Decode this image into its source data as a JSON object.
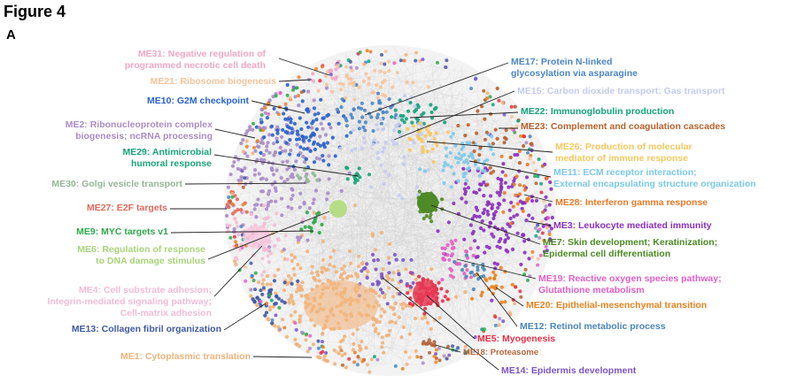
{
  "figure": {
    "title": "Figure 4",
    "panel": "A"
  },
  "modules": [
    {
      "id": "me31",
      "lines": [
        "ME31: Negative regulation of",
        "programmed necrotic cell death"
      ],
      "color": "#f2a7c4"
    },
    {
      "id": "me21",
      "lines": [
        "ME21: Ribosome biogenesis"
      ],
      "color": "#f6c39a"
    },
    {
      "id": "me10",
      "lines": [
        "ME10: G2M checkpoint"
      ],
      "color": "#2a62c9"
    },
    {
      "id": "me2",
      "lines": [
        "ME2: Ribonucleoprotein complex",
        "biogenesis; ncRNA processing"
      ],
      "color": "#a98cc6"
    },
    {
      "id": "me29",
      "lines": [
        "ME29: Antimicrobial",
        "humoral response"
      ],
      "color": "#1aa37a"
    },
    {
      "id": "me30",
      "lines": [
        "ME30: Golgi vesicle transport"
      ],
      "color": "#93b896"
    },
    {
      "id": "me27",
      "lines": [
        "ME27: E2F targets"
      ],
      "color": "#e26a5a"
    },
    {
      "id": "me9",
      "lines": [
        "ME9: MYC targets v1"
      ],
      "color": "#2ea84a"
    },
    {
      "id": "me6",
      "lines": [
        "ME6: Regulation of response",
        "to DNA damage stimulus"
      ],
      "color": "#a8d47a"
    },
    {
      "id": "me4",
      "lines": [
        "ME4: Cell substrate adhesion;",
        "Integrin-mediated signaling pathway;",
        "Cell-matrix adhesion"
      ],
      "color": "#f3bcd6"
    },
    {
      "id": "me13",
      "lines": [
        "ME13: Collagen fibril organization"
      ],
      "color": "#4059a3"
    },
    {
      "id": "me1",
      "lines": [
        "ME1: Cytoplasmic translation"
      ],
      "color": "#f0b27a"
    },
    {
      "id": "me17",
      "lines": [
        "ME17: Protein N-linked",
        "glycosylation via asparagine"
      ],
      "color": "#4b86c5"
    },
    {
      "id": "me15",
      "lines": [
        "ME15: Carbon dioxide transport; Gas transport"
      ],
      "color": "#c5cbee"
    },
    {
      "id": "me22",
      "lines": [
        "ME22: Immunoglobulin production"
      ],
      "color": "#12a37a"
    },
    {
      "id": "me23",
      "lines": [
        "ME23: Complement and coagulation cascades"
      ],
      "color": "#b8612c"
    },
    {
      "id": "me26",
      "lines": [
        "ME26: Production of molecular",
        "mediator of immune response"
      ],
      "color": "#f7c85d"
    },
    {
      "id": "me11",
      "lines": [
        "ME11: ECM receptor interaction;",
        "External encapsulating structure organization"
      ],
      "color": "#7cc8ea"
    },
    {
      "id": "me28",
      "lines": [
        "ME28: Interferon gamma response"
      ],
      "color": "#ea7a28"
    },
    {
      "id": "me3",
      "lines": [
        "ME3: Leukocyte mediated immunity"
      ],
      "color": "#8a2fc0"
    },
    {
      "id": "me7",
      "lines": [
        "ME7: Skin development; Keratinization;",
        "Epidermal cell differentiation"
      ],
      "color": "#4c8a24"
    },
    {
      "id": "me19",
      "lines": [
        "ME19: Reactive oxygen species pathway;",
        "Glutathione metabolism"
      ],
      "color": "#e35fc4"
    },
    {
      "id": "me20",
      "lines": [
        "ME20: Epithelial-mesenchymal transition"
      ],
      "color": "#e9821e"
    },
    {
      "id": "me12",
      "lines": [
        "ME12: Retinol metabolic process"
      ],
      "color": "#4a86b8"
    },
    {
      "id": "me5",
      "lines": [
        "ME5: Myogenesis"
      ],
      "color": "#e4304a"
    },
    {
      "id": "me18",
      "lines": [
        "ME18: Proteasome"
      ],
      "color": "#b5653a"
    },
    {
      "id": "me14",
      "lines": [
        "ME14: Epidermis development"
      ],
      "color": "#7a55c6"
    }
  ]
}
